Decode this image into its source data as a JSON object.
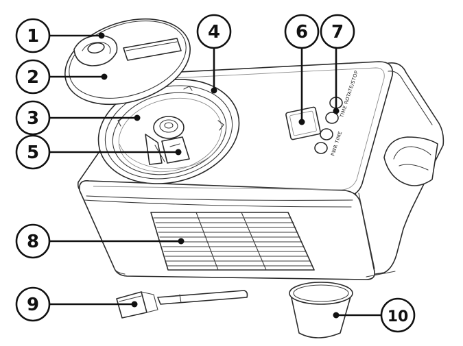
{
  "colors": {
    "line": "#2a2a2a",
    "callout": "#111111",
    "background": "#ffffff"
  },
  "panel": {
    "top_button_label": "TIME ROTATE/STOP",
    "bottom_button_label": "PWR TIME"
  },
  "callouts": [
    {
      "id": "c1",
      "label": "1",
      "part": "lid-knob"
    },
    {
      "id": "c2",
      "label": "2",
      "part": "lid"
    },
    {
      "id": "c3",
      "label": "3",
      "part": "bowl"
    },
    {
      "id": "c4",
      "label": "4",
      "part": "bowl-rim"
    },
    {
      "id": "c5",
      "label": "5",
      "part": "paddle-mount"
    },
    {
      "id": "c6",
      "label": "6",
      "part": "display"
    },
    {
      "id": "c7",
      "label": "7",
      "part": "control-buttons"
    },
    {
      "id": "c8",
      "label": "8",
      "part": "air-vent"
    },
    {
      "id": "c9",
      "label": "9",
      "part": "paddle"
    },
    {
      "id": "c10",
      "label": "10",
      "part": "measuring-cup"
    }
  ]
}
